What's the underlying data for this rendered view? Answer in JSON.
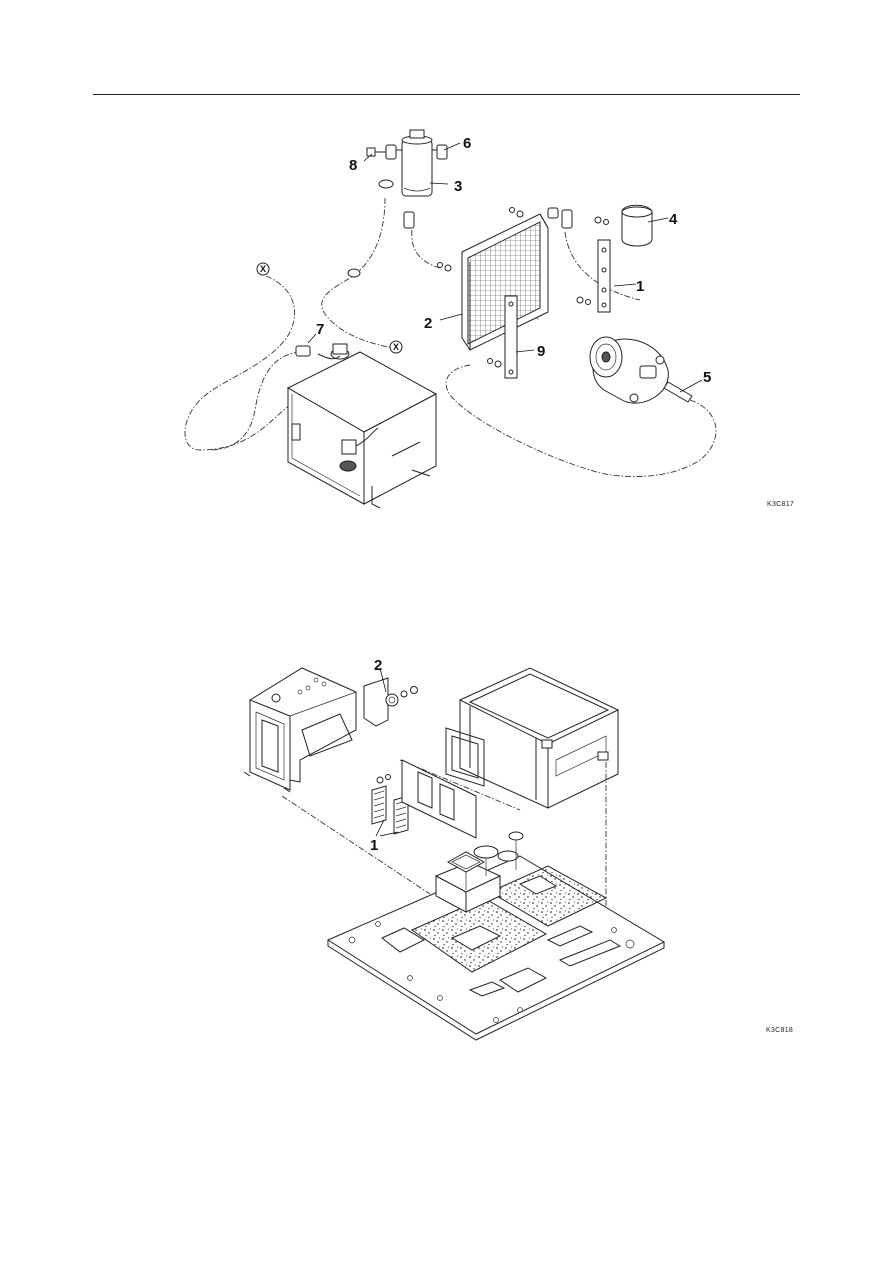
{
  "figure_top": {
    "ref_code": "K3C817",
    "callouts": [
      "1",
      "2",
      "3",
      "4",
      "5",
      "6",
      "7",
      "8",
      "9"
    ],
    "connector_marks": [
      "X",
      "X"
    ]
  },
  "figure_bottom": {
    "ref_code": "K3C818",
    "callouts": [
      "1",
      "2"
    ]
  }
}
